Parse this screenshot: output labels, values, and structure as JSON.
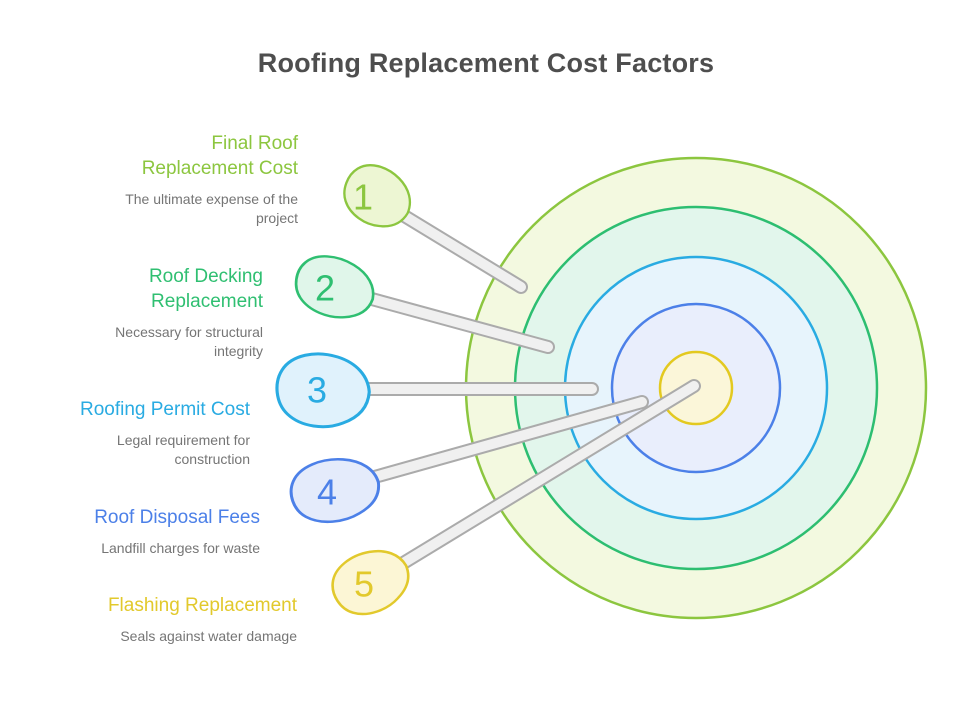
{
  "title": "Roofing Replacement Cost Factors",
  "colors": {
    "title": "#4E4E4E",
    "description": "#757575",
    "connector_border": "#ABABAB",
    "connector_fill": "#F0F0F0",
    "background": "#FFFFFF"
  },
  "factors": [
    {
      "number": "1",
      "heading": "Final Roof Replacement Cost",
      "description": "The ultimate expense of the project",
      "color": "#8CC63F",
      "blob_fill": "#EDF6D3"
    },
    {
      "number": "2",
      "heading": "Roof Decking Replacement",
      "description": "Necessary for structural integrity",
      "color": "#2FBF71",
      "blob_fill": "#E0F6EA"
    },
    {
      "number": "3",
      "heading": "Roofing Permit Cost",
      "description": "Legal requirement for construction",
      "color": "#29ABE2",
      "blob_fill": "#E0F2FC"
    },
    {
      "number": "4",
      "heading": "Roof Disposal Fees",
      "description": "Landfill charges for waste",
      "color": "#4C80E8",
      "blob_fill": "#E4EBFB"
    },
    {
      "number": "5",
      "heading": "Flashing Replacement",
      "description": "Seals against water damage",
      "color": "#E2C92C",
      "blob_fill": "#FCF6D5"
    }
  ],
  "target": {
    "rings": [
      {
        "label": "ring-1-outer",
        "stroke": "#8CC63F",
        "fill": "#F3F9E0"
      },
      {
        "label": "ring-2",
        "stroke": "#2DBE71",
        "fill": "#E2F6EC"
      },
      {
        "label": "ring-3",
        "stroke": "#29ABE2",
        "fill": "#E7F4FC"
      },
      {
        "label": "ring-4",
        "stroke": "#4C80E8",
        "fill": "#E9EEFC"
      },
      {
        "label": "ring-5-center",
        "stroke": "#E3C920",
        "fill": "#FBF6D9"
      }
    ]
  }
}
